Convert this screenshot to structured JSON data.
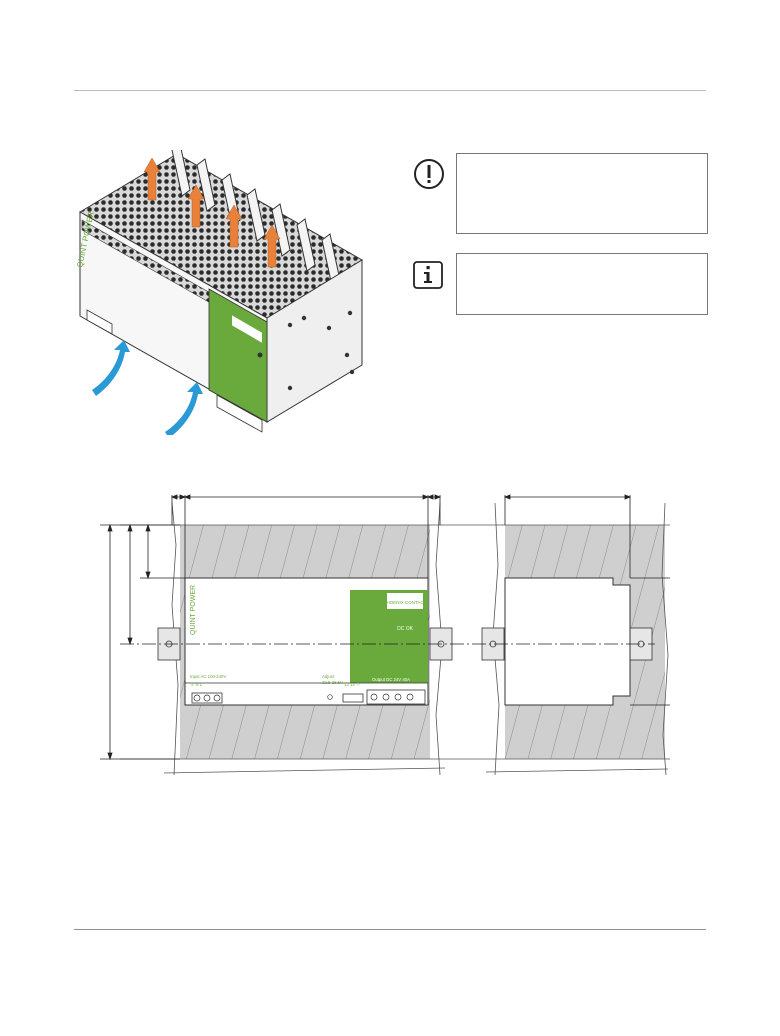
{
  "page": {
    "header_rule": "",
    "footer_rule": ""
  },
  "icons": {
    "warning": "exclamation-circle-icon",
    "info": "info-icon"
  },
  "device": {
    "brand_vertical": "QUINT POWER",
    "logo_text": "PHOENIX CONTACT",
    "dc_ok": "DC OK",
    "input_label": "Input AC 100-240V",
    "input_terms": "⏚  N  L",
    "adjust_label": "Adjust",
    "adjust_range": "22.5-28.5V",
    "signal_terms": "13  14  ☉",
    "output_label": "Output DC 24V 40A",
    "output_terms": "+  +  −  −"
  },
  "colors": {
    "accent_green": "#6aaa3c",
    "arrow_orange": "#e8823a",
    "arrow_blue": "#2a9ad6",
    "hatch": "#c8c8c8"
  }
}
